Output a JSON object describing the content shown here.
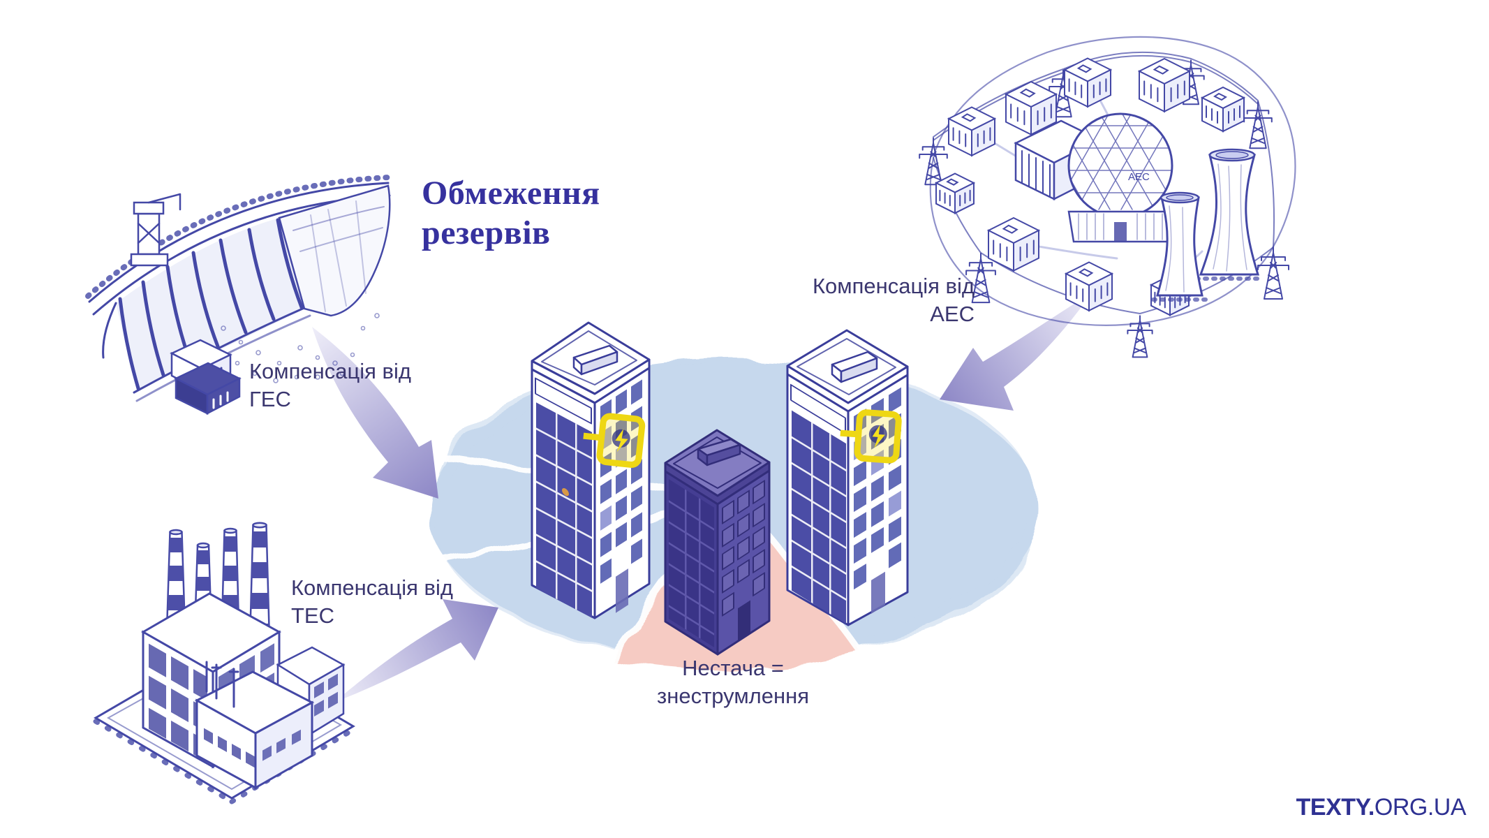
{
  "title": {
    "lines": [
      "Обмеження",
      "резервів"
    ],
    "color": "#36319e"
  },
  "callouts": {
    "hydro": {
      "lines": [
        "Компенсація від",
        "ГЕС"
      ]
    },
    "thermal": {
      "lines": [
        "Компенсація від",
        "ТЕС"
      ]
    },
    "nuclear": {
      "lines": [
        "Компенсація від",
        "АЕС"
      ]
    },
    "outage": {
      "lines": [
        "Нестача =",
        "знеструмлення"
      ]
    }
  },
  "nuclear_plant": {
    "dome_label": "АЕС"
  },
  "logo": {
    "bold_part": "TEXTY.",
    "regular_part": "ORG.UA",
    "color": "#2e3192"
  },
  "icons": {
    "power_badge": "yellow-electricity-badge",
    "outage_sector": "pink-outage-wedge"
  },
  "colors": {
    "ink": "#4448a6",
    "label_text": "#3a366f",
    "wash_blue": "#c6d8ed",
    "wash_pink": "#f6cbc3",
    "dark_building": "#4c44a0",
    "accent_yellow": "#f2dc1c",
    "arrow_light": "#efeef9",
    "arrow_dark": "#8d87c6"
  }
}
